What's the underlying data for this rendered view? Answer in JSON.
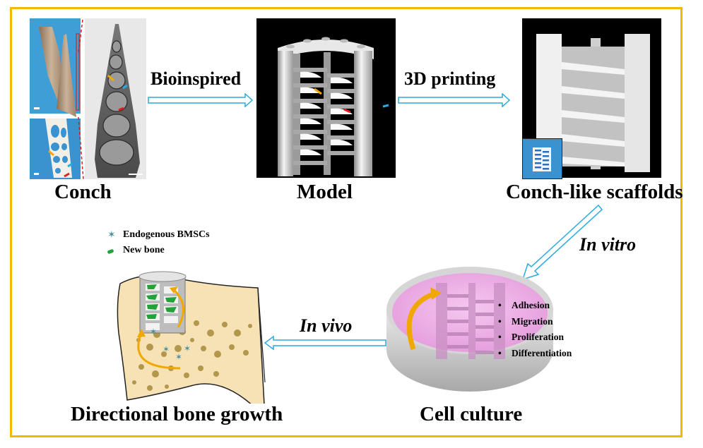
{
  "figure": {
    "border_color": "#f5b800",
    "arrow_color": "#29abe2",
    "stages": [
      {
        "id": "conch",
        "label": "Conch"
      },
      {
        "id": "model",
        "label": "Model"
      },
      {
        "id": "scaffolds",
        "label": "Conch-like scaffolds"
      },
      {
        "id": "cell_culture",
        "label": "Cell culture"
      },
      {
        "id": "bone_growth",
        "label": "Directional bone growth"
      }
    ],
    "arrows": [
      {
        "id": "bioinspired",
        "label": "Bioinspired"
      },
      {
        "id": "printing",
        "label": "3D printing"
      },
      {
        "id": "in_vitro",
        "label": "In vitro"
      },
      {
        "id": "in_vivo",
        "label": "In vivo"
      }
    ],
    "cell_culture_outcomes": [
      "Adhesion",
      "Migration",
      "Proliferation",
      "Differentiation"
    ],
    "legend": [
      {
        "icon": "bmsc-cell-icon",
        "label": "Endogenous BMSCs",
        "color": "#4a8f9e"
      },
      {
        "icon": "new-bone-icon",
        "label": "New bone",
        "color": "#22a33a"
      }
    ]
  }
}
